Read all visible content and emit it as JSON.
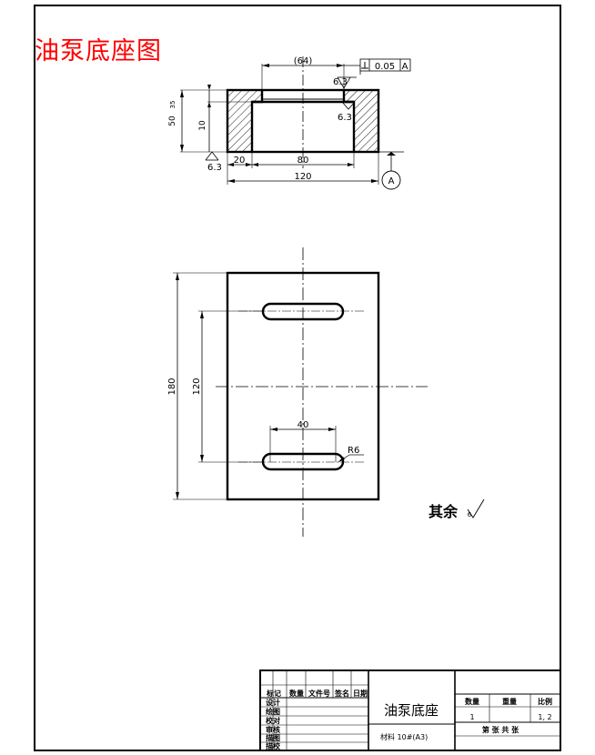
{
  "drawing_title": "油泵底座图",
  "top_view": {
    "dim_64": "(64)",
    "tolerance_value": "0.05",
    "datum_label": "A",
    "roughness": "6.3",
    "dim_50": "50",
    "dim_35": "35",
    "dim_10": "10",
    "dim_20": "20",
    "dim_80": "80",
    "dim_120": "120",
    "datum_circle": "A"
  },
  "plan_view": {
    "dim_180": "180",
    "dim_120": "120",
    "dim_40": "40",
    "radius": "R6"
  },
  "surface_note": {
    "text": "其余",
    "symbol_value": "6"
  },
  "title_block": {
    "part_name": "油泵底座",
    "material": "材料  10#(A3)",
    "col_qty": "数量",
    "col_weight": "重量",
    "col_scale": "比例",
    "qty": "1",
    "scale": "1, 2",
    "sheet_info": "第  张  共  张",
    "header_labels": [
      "标记",
      "数量",
      "文件号",
      "签名",
      "日期"
    ],
    "row_labels": [
      "设计",
      "绘图",
      "校对",
      "审核",
      "描图",
      "描校"
    ]
  }
}
